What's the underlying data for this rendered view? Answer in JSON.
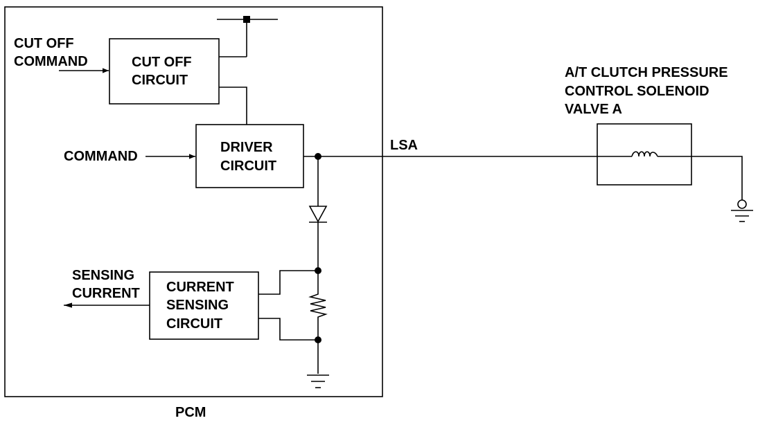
{
  "labels": {
    "cut_off_command": [
      "CUT OFF",
      "COMMAND"
    ],
    "cut_off_circuit": [
      "CUT OFF",
      "CIRCUIT"
    ],
    "command": "COMMAND",
    "driver_circuit": [
      "DRIVER",
      "CIRCUIT"
    ],
    "lsa": "LSA",
    "solenoid": [
      "A/T CLUTCH PRESSURE",
      "CONTROL SOLENOID",
      "VALVE A"
    ],
    "sensing_current": [
      "SENSING",
      "CURRENT"
    ],
    "current_sensing_circuit": [
      "CURRENT",
      "SENSING",
      "CIRCUIT"
    ],
    "pcm": "PCM"
  },
  "colors": {
    "line": "#000000",
    "background": "#ffffff"
  },
  "icons": [
    "ground-symbol-icon",
    "diode-icon",
    "resistor-icon",
    "coil-icon",
    "junction-dot-icon",
    "arrow-icon"
  ]
}
